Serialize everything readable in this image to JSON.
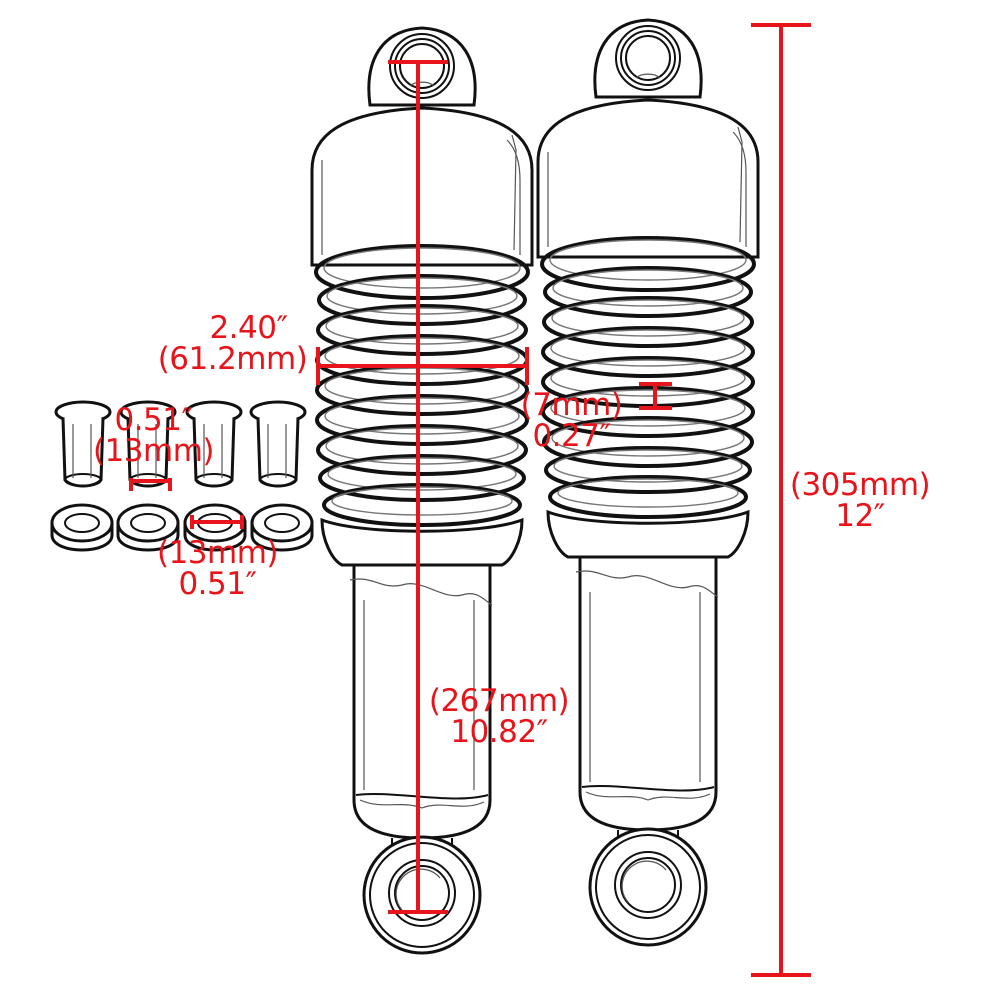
{
  "figure": {
    "subject": "Pair of chrome rear shock absorbers with mounting bushings and washers",
    "annotation_color": "#e8141b",
    "line_color": "#111111",
    "background": "#ffffff"
  },
  "dimensions": {
    "overall_length": {
      "metric": "(305mm)",
      "imperial": "12″"
    },
    "eye_to_eye": {
      "metric": "(267mm)",
      "imperial": "10.82″"
    },
    "spring_width": {
      "imperial": "2.40″",
      "metric": "(61.2mm)"
    },
    "spring_wire": {
      "metric": "(7mm)",
      "imperial": "0.27″"
    },
    "bushing_diameter": {
      "imperial": "0.51″",
      "metric": "(13mm)"
    },
    "washer_inner_diameter": {
      "metric": "(13mm)",
      "imperial": "0.51″"
    }
  },
  "parts": {
    "shocks": [
      "left-shock",
      "right-shock"
    ],
    "bushings_count": 4,
    "washers_count": 4
  }
}
